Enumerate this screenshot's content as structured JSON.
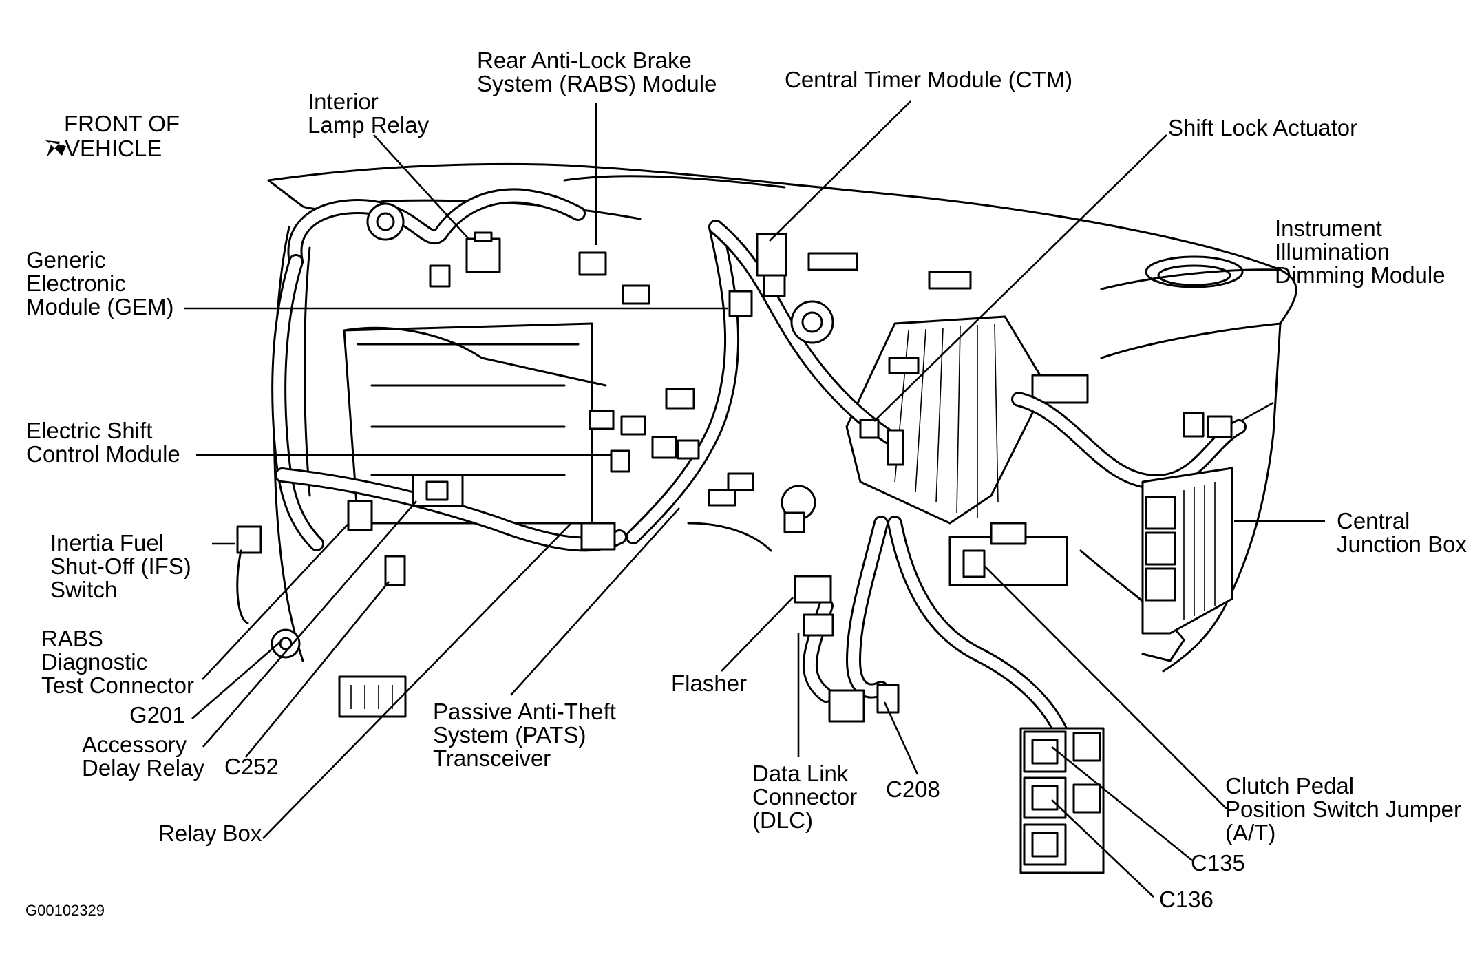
{
  "orientation": {
    "line1": "FRONT OF",
    "line2": "VEHICLE"
  },
  "labels": {
    "rabs_module": [
      "Rear Anti-Lock Brake",
      "System (RABS) Module"
    ],
    "interior_lamp_relay": [
      "Interior",
      "Lamp Relay"
    ],
    "ctm": [
      "Central Timer Module (CTM)"
    ],
    "shift_lock_actuator": [
      "Shift Lock Actuator"
    ],
    "gem": [
      "Generic",
      "Electronic",
      "Module (GEM)"
    ],
    "instrument_dimming": [
      "Instrument",
      "Illumination",
      "Dimming Module"
    ],
    "electric_shift": [
      "Electric Shift",
      "Control Module"
    ],
    "central_junction_box": [
      "Central",
      "Junction Box"
    ],
    "ifs_switch": [
      "Inertia Fuel",
      "Shut-Off (IFS)",
      "Switch"
    ],
    "rabs_diag": [
      "RABS",
      "Diagnostic",
      "Test Connector"
    ],
    "g201": [
      "G201"
    ],
    "accessory_delay": [
      "Accessory",
      "Delay Relay"
    ],
    "c252": [
      "C252"
    ],
    "pats": [
      "Passive Anti-Theft",
      "System (PATS)",
      "Transceiver"
    ],
    "flasher": [
      "Flasher"
    ],
    "relay_box": [
      "Relay Box"
    ],
    "dlc": [
      "Data Link",
      "Connector",
      "(DLC)"
    ],
    "c208": [
      "C208"
    ],
    "clutch_pedal": [
      "Clutch Pedal",
      "Position Switch Jumper",
      "(A/T)"
    ],
    "c135": [
      "C135"
    ],
    "c136": [
      "C136"
    ]
  },
  "figure_id": "G00102329"
}
